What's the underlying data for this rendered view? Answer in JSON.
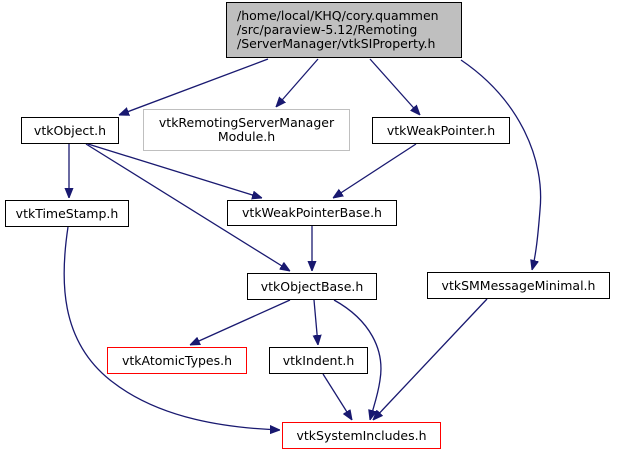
{
  "diagram": {
    "edge_color": "#191970",
    "nodes": [
      {
        "id": "root",
        "label": "/home/local/KHQ/cory.quammen\n/src/paraview-5.12/Remoting\n/ServerManager/vtkSIProperty.h",
        "style": "root"
      },
      {
        "id": "vtkObject",
        "label": "vtkObject.h",
        "style": "normal"
      },
      {
        "id": "vtkRemotingServerManagerModule",
        "label": "vtkRemotingServerManager\nModule.h",
        "style": "grey"
      },
      {
        "id": "vtkWeakPointer",
        "label": "vtkWeakPointer.h",
        "style": "normal"
      },
      {
        "id": "vtkTimeStamp",
        "label": "vtkTimeStamp.h",
        "style": "normal"
      },
      {
        "id": "vtkWeakPointerBase",
        "label": "vtkWeakPointerBase.h",
        "style": "normal"
      },
      {
        "id": "vtkObjectBase",
        "label": "vtkObjectBase.h",
        "style": "normal"
      },
      {
        "id": "vtkSMMessageMinimal",
        "label": "vtkSMMessageMinimal.h",
        "style": "normal"
      },
      {
        "id": "vtkAtomicTypes",
        "label": "vtkAtomicTypes.h",
        "style": "red"
      },
      {
        "id": "vtkIndent",
        "label": "vtkIndent.h",
        "style": "normal"
      },
      {
        "id": "vtkSystemIncludes",
        "label": "vtkSystemIncludes.h",
        "style": "red"
      }
    ],
    "edges": [
      {
        "from": "root",
        "to": "vtkObject"
      },
      {
        "from": "root",
        "to": "vtkRemotingServerManagerModule"
      },
      {
        "from": "root",
        "to": "vtkWeakPointer"
      },
      {
        "from": "root",
        "to": "vtkSMMessageMinimal"
      },
      {
        "from": "vtkObject",
        "to": "vtkTimeStamp"
      },
      {
        "from": "vtkObject",
        "to": "vtkWeakPointerBase"
      },
      {
        "from": "vtkObject",
        "to": "vtkObjectBase"
      },
      {
        "from": "vtkWeakPointer",
        "to": "vtkWeakPointerBase"
      },
      {
        "from": "vtkWeakPointerBase",
        "to": "vtkObjectBase"
      },
      {
        "from": "vtkTimeStamp",
        "to": "vtkSystemIncludes"
      },
      {
        "from": "vtkObjectBase",
        "to": "vtkAtomicTypes"
      },
      {
        "from": "vtkObjectBase",
        "to": "vtkIndent"
      },
      {
        "from": "vtkObjectBase",
        "to": "vtkSystemIncludes"
      },
      {
        "from": "vtkIndent",
        "to": "vtkSystemIncludes"
      },
      {
        "from": "vtkSMMessageMinimal",
        "to": "vtkSystemIncludes"
      }
    ]
  }
}
